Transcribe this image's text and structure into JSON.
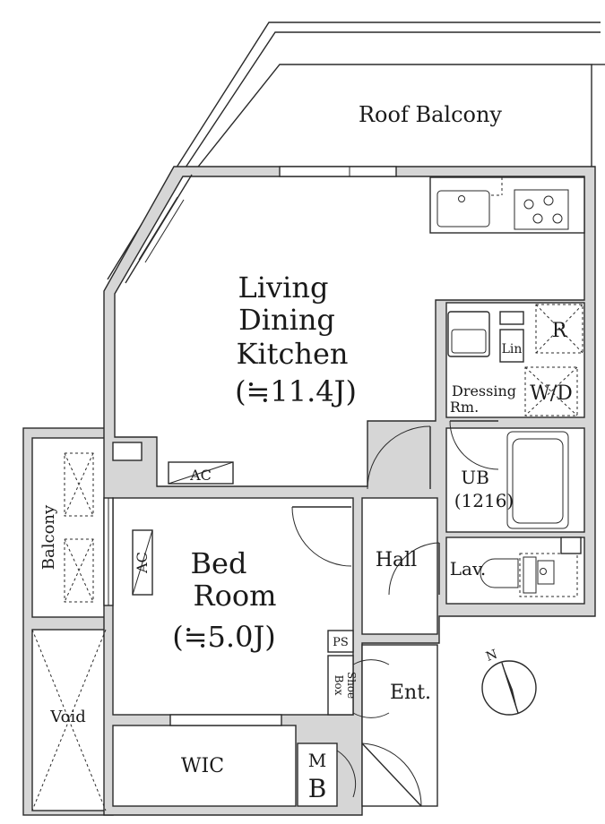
{
  "rooms": {
    "roof_balcony": "Roof Balcony",
    "ldk_line1": "Living",
    "ldk_line2": "Dining",
    "ldk_line3": "Kitchen",
    "ldk_area": "(≒11.4J)",
    "bed_line1": "Bed",
    "bed_line2": "Room",
    "bed_area": "(≒5.0J)",
    "balcony": "Balcony",
    "void": "Void",
    "wic": "WIC",
    "hall": "Hall",
    "ent": "Ent.",
    "lav": "Lav.",
    "ub": "UB",
    "ub_size": "(1216)",
    "dressing_line1": "Dressing",
    "dressing_line2": "Rm.",
    "wd": "W/D",
    "refrigerator": "R",
    "linen": "Lin",
    "ps": "PS",
    "shoe_box_line1": "Shoe",
    "shoe_box_line2": "Box",
    "mb_line1": "M",
    "mb_line2": "B"
  },
  "fixtures": {
    "ac": "AC"
  },
  "compass": {
    "north": "N"
  }
}
